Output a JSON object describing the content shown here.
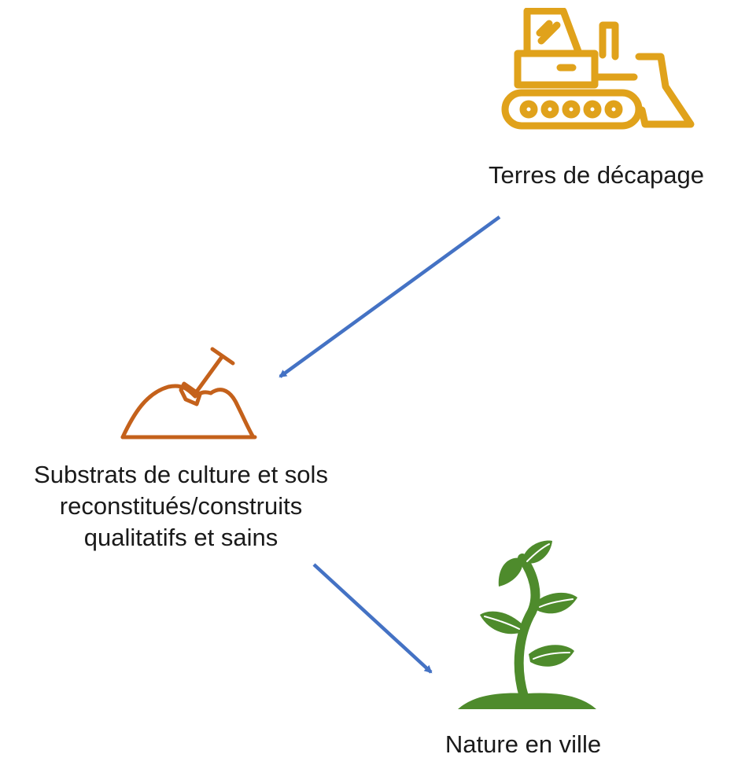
{
  "nodes": {
    "terres": {
      "label": "Terres de décapage",
      "icon": "bulldozer-icon",
      "color": "#E0A21B"
    },
    "substrats": {
      "lines": [
        "Substrats de culture et sols",
        "reconstitués/construits",
        "qualitatifs et sains"
      ],
      "icon": "soil-shovel-icon",
      "color": "#C4611B"
    },
    "nature": {
      "label": "Nature en ville",
      "icon": "plant-icon",
      "color": "#4E8B2C"
    }
  },
  "arrows": {
    "color": "#4472C4"
  }
}
